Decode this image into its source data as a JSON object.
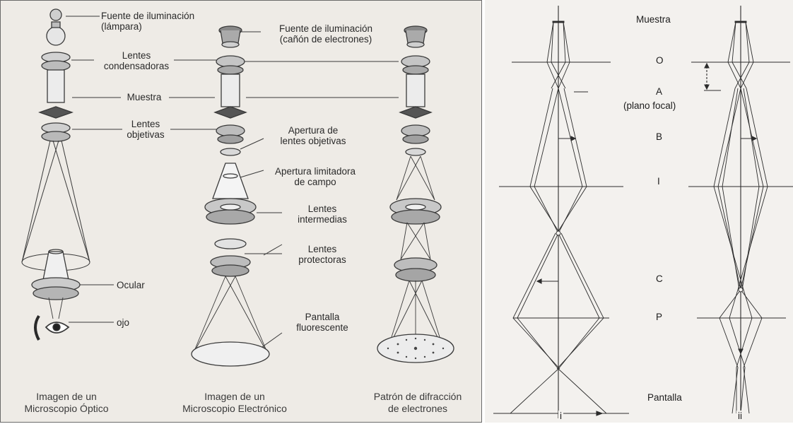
{
  "left_figure": {
    "optical": {
      "light_source": "Fuente de iluminación",
      "lamp": "(lámpara)",
      "condenser_line1": "Lentes",
      "condenser_line2": "condensadoras",
      "sample": "Muestra",
      "objective_line1": "Lentes",
      "objective_line2": "objetivas",
      "eyepiece": "Ocular",
      "eye": "ojo",
      "caption_line1": "Imagen de un",
      "caption_line2": "Microscopio Óptico"
    },
    "electron": {
      "source_line1": "Fuente de iluminación",
      "source_line2": "(cañón de electrones)",
      "objective_aperture_line1": "Apertura de",
      "objective_aperture_line2": "lentes objetivas",
      "field_aperture_line1": "Apertura limitadora",
      "field_aperture_line2": "de campo",
      "intermediate_line1": "Lentes",
      "intermediate_line2": "intermedias",
      "projector_line1": "Lentes",
      "projector_line2": "protectoras",
      "screen_line1": "Pantalla",
      "screen_line2": "fluorescente",
      "caption_line1": "Imagen de un",
      "caption_line2": "Microscopio Electrónico"
    },
    "diffraction": {
      "caption_line1": "Patrón de difracción",
      "caption_line2": "de electrones"
    }
  },
  "right_figure": {
    "sample": "Muestra",
    "plane_o": "O",
    "plane_a": "A",
    "focal_plane": "(plano focal)",
    "plane_b": "B",
    "plane_i": "I",
    "plane_c": "C",
    "plane_p": "P",
    "screen": "Pantalla",
    "mode_i": "i",
    "mode_ii": "ii"
  }
}
